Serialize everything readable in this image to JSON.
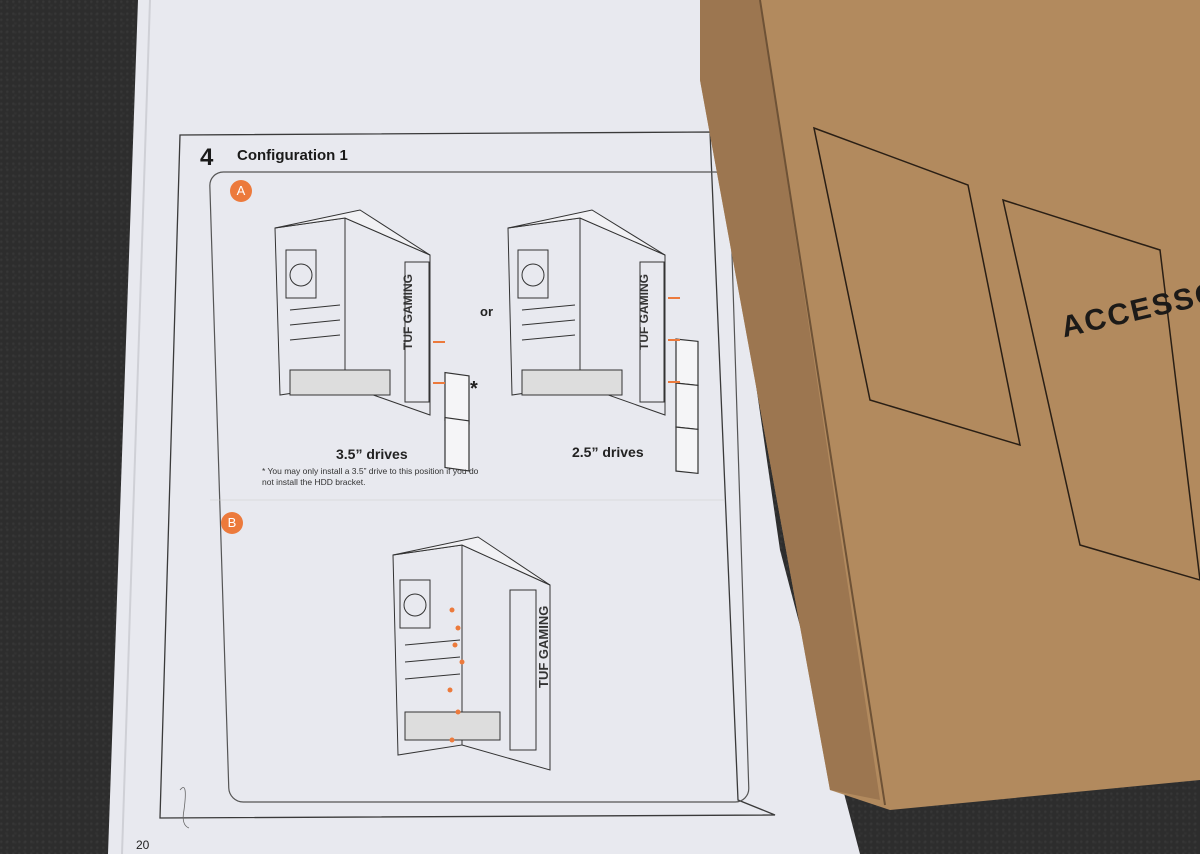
{
  "manual": {
    "step_number": "4",
    "step_title": "Configuration 1",
    "panel_a_badge": "A",
    "panel_b_badge": "B",
    "or_label": "or",
    "asterisk": "*",
    "caption_35": "3.5” drives",
    "caption_25": "2.5” drives",
    "footnote": "* You may only install a 3.5” drive to this position if you do not install the HDD bracket.",
    "case_brand": "TUF GAMING",
    "page_number": "20"
  },
  "box": {
    "label": "ACCESSO"
  },
  "colors": {
    "accent_orange": "#ec7a3c",
    "cardboard": "#b28a5e",
    "page": "#e9eaf0"
  }
}
